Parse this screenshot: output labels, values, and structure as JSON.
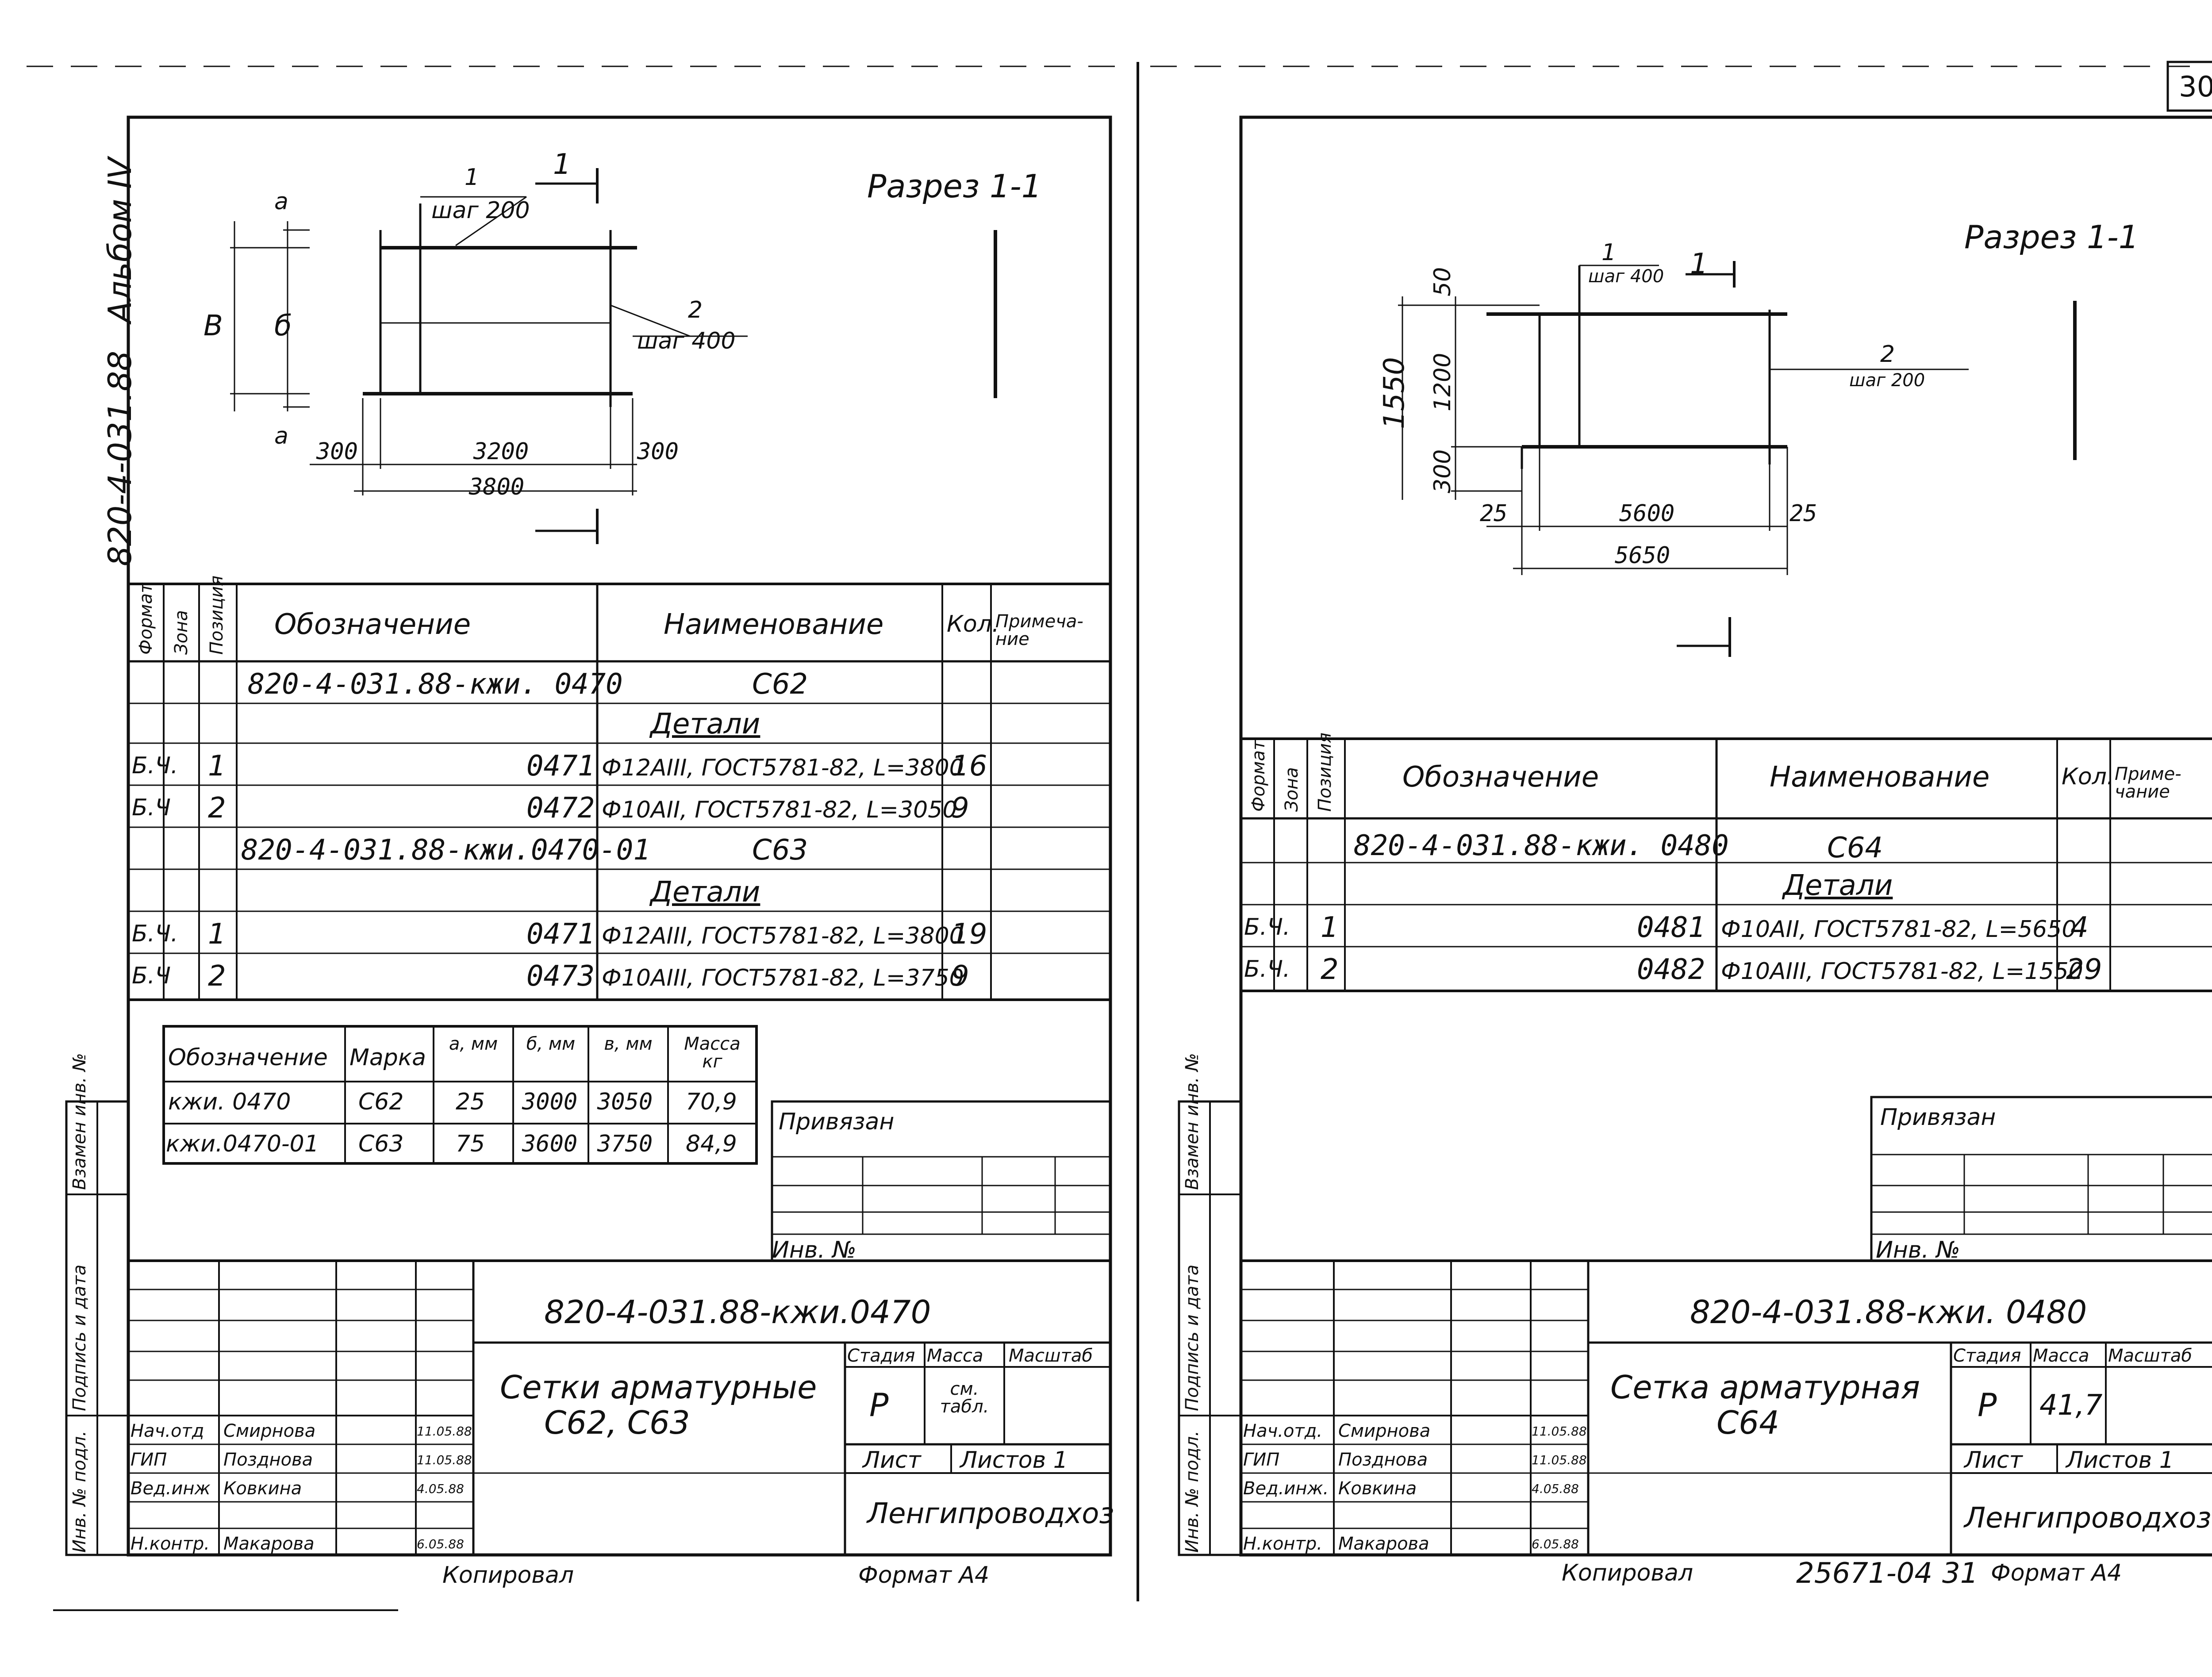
{
  "page_number": "30",
  "sheet_number": "31",
  "inventory": "25671-04",
  "left": {
    "album": "Альбом IV",
    "doc_code": "820-4-031.88",
    "section_title": "Разрез 1-1",
    "section_marker": "1",
    "dims": {
      "step1": "шаг 200",
      "step2": "шаг 400",
      "pos1": "1",
      "pos2": "2",
      "w_left": "300",
      "w_mid": "3200",
      "w_right": "300",
      "w_total": "3800",
      "h_total": "B",
      "h_inner": "б",
      "a_top": "a",
      "a_bot": "a"
    },
    "spec_headers": {
      "format": "Формат",
      "zone": "Зона",
      "pos": "Позиция",
      "designation": "Обозначение",
      "name": "Наименование",
      "qty": "Кол.",
      "note": "Примеча-ние"
    },
    "spec_rows": [
      {
        "format": "",
        "pos": "",
        "designation": "820-4-031.88-кжи. 0470",
        "name": "С62",
        "qty": ""
      },
      {
        "format": "",
        "pos": "",
        "designation": "",
        "name": "Детали",
        "qty": ""
      },
      {
        "format": "Б.Ч.",
        "pos": "1",
        "designation": "0471",
        "name": "Ф12АIII, ГОСТ5781-82, L=3800",
        "qty": "16"
      },
      {
        "format": "Б.Ч",
        "pos": "2",
        "designation": "0472",
        "name": "Ф10АII, ГОСТ5781-82, L=3050",
        "qty": "9"
      },
      {
        "format": "",
        "pos": "",
        "designation": "820-4-031.88-кжи.0470-01",
        "name": "С63",
        "qty": ""
      },
      {
        "format": "",
        "pos": "",
        "designation": "",
        "name": "Детали",
        "qty": ""
      },
      {
        "format": "Б.Ч.",
        "pos": "1",
        "designation": "0471",
        "name": "Ф12АIII, ГОСТ5781-82, L=3800",
        "qty": "19"
      },
      {
        "format": "Б.Ч",
        "pos": "2",
        "designation": "0473",
        "name": "Ф10АIII, ГОСТ5781-82, L=3750",
        "qty": "9"
      }
    ],
    "param_headers": [
      "Обозначение",
      "Марка",
      "а, мм",
      "б, мм",
      "в, мм",
      "Масса кг"
    ],
    "param_rows": [
      [
        "кжи. 0470",
        "С62",
        "25",
        "3000",
        "3050",
        "70,9"
      ],
      [
        "кжи.0470-01",
        "С63",
        "75",
        "3600",
        "3750",
        "84,9"
      ]
    ],
    "privyazan": "Привязан",
    "inv_no": "Инв. №",
    "stamp_code": "820-4-031.88-кжи.0470",
    "stamp_title_1": "Сетки арматурные",
    "stamp_title_2": "С62, С63",
    "stage_h": "Стадия",
    "mass_h": "Масса",
    "scale_h": "Масштаб",
    "stage": "Р",
    "mass": "см. табл.",
    "list_h": "Лист",
    "lists_h": "Листов 1",
    "org": "Ленгипроводхоз",
    "people": [
      {
        "role": "Нач.отд",
        "name": "Смирнова",
        "date": "11.05.88"
      },
      {
        "role": "ГИП",
        "name": "Позднова",
        "date": "11.05.88"
      },
      {
        "role": "Вед.инж",
        "name": "Ковкина",
        "date": "4.05.88"
      },
      {
        "role": "Н.контр.",
        "name": "Макарова",
        "date": "6.05.88"
      }
    ],
    "side_labels": [
      "Инв. № подл.",
      "Подпись и дата",
      "Взамен инв. №"
    ],
    "copied": "Копировал",
    "format": "Формат А4"
  },
  "right": {
    "section_title": "Разрез 1-1",
    "dims": {
      "step1": "шаг 400",
      "step2": "шаг 200",
      "pos1": "1",
      "pos2": "2",
      "h_total": "1550",
      "h_inner": "1200",
      "a_top": "50",
      "a_bot": "300",
      "w_left": "25",
      "w_mid": "5600",
      "w_right": "25",
      "w_total": "5650",
      "marker": "1"
    },
    "spec_headers": {
      "format": "Формат",
      "zone": "Зона",
      "pos": "Позиция",
      "designation": "Обозначение",
      "name": "Наименование",
      "qty": "Кол.",
      "note": "Приме-чание"
    },
    "spec_rows": [
      {
        "format": "",
        "pos": "",
        "designation": "820-4-031.88-кжи. 0480",
        "name": "С64",
        "qty": ""
      },
      {
        "format": "",
        "pos": "",
        "designation": "",
        "name": "Детали",
        "qty": ""
      },
      {
        "format": "Б.Ч.",
        "pos": "1",
        "designation": "0481",
        "name": "Ф10АII, ГОСТ5781-82, L=5650",
        "qty": "4"
      },
      {
        "format": "Б.Ч.",
        "pos": "2",
        "designation": "0482",
        "name": "Ф10АIII, ГОСТ5781-82, L=1550",
        "qty": "29"
      }
    ],
    "privyazan": "Привязан",
    "inv_no": "Инв. №",
    "stamp_code": "820-4-031.88-кжи. 0480",
    "stamp_title_1": "Сетка арматурная",
    "stamp_title_2": "С64",
    "stage_h": "Стадия",
    "mass_h": "Масса",
    "scale_h": "Масштаб",
    "stage": "Р",
    "mass": "41,7",
    "list_h": "Лист",
    "lists_h": "Листов 1",
    "org": "Ленгипроводхоз",
    "people": [
      {
        "role": "Нач.отд.",
        "name": "Смирнова",
        "date": "11.05.88"
      },
      {
        "role": "ГИП",
        "name": "Позднова",
        "date": "11.05.88"
      },
      {
        "role": "Вед.инж.",
        "name": "Ковкина",
        "date": "4.05.88"
      },
      {
        "role": "Н.контр.",
        "name": "Макарова",
        "date": "6.05.88"
      }
    ],
    "side_labels": [
      "Инв. № подл.",
      "Подпись и дата",
      "Взамен инв. №"
    ],
    "copied": "Копировал",
    "format": "Формат А4"
  }
}
